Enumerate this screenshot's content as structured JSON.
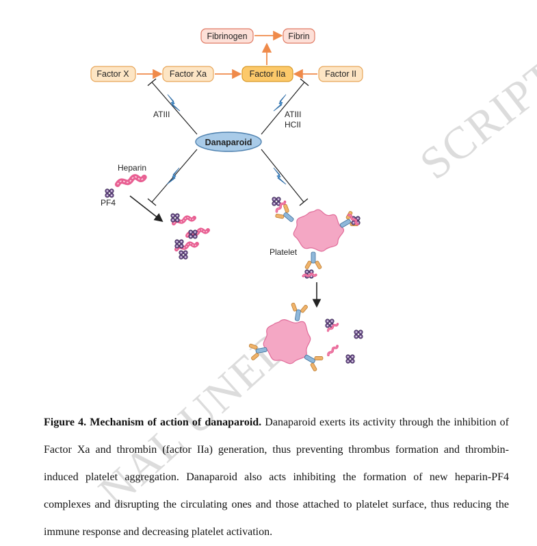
{
  "diagram": {
    "nodes": {
      "fibrinogen": "Fibrinogen",
      "fibrin": "Fibrin",
      "factor_x": "Factor X",
      "factor_xa": "Factor Xa",
      "factor_iia": "Factor IIa",
      "factor_ii": "Factor II",
      "danaparoid": "Danaparoid"
    },
    "labels": {
      "atiii_left": "ATIII",
      "atiii_right": "ATIII",
      "hcii": "HCII",
      "heparin": "Heparin",
      "pf4": "PF4",
      "platelet": "Platelet"
    },
    "colors": {
      "factor_fill": "#fde5c4",
      "factor_stroke": "#e8a65a",
      "factor_iia_fill": "#fcc96a",
      "factor_iia_stroke": "#d99a2a",
      "fibrin_fill": "#fde0d8",
      "fibrin_stroke": "#e07a64",
      "arrow": "#ef8a4a",
      "danaparoid_fill": "#a9cbe8",
      "danaparoid_stroke": "#4c7fad",
      "lightning": "#4f9ad6",
      "heparin": "#e85f92",
      "platelet": "#f4a7c4",
      "antibody_blue": "#8fb8da",
      "antibody_orange": "#f0b36a"
    }
  },
  "watermark": {
    "right": "SCRIPT",
    "lower": "NAL UNED"
  },
  "caption": {
    "title": "Figure 4. Mechanism of action of danaparoid.",
    "text": " Danaparoid exerts its activity through the inhibition of Factor Xa and thrombin (factor IIa) generation, thus preventing thrombus formation and thrombin-induced platelet aggregation. Danaparoid also acts inhibiting the formation of new heparin-PF4 complexes and disrupting the circulating ones and those attached to platelet surface, thus reducing the immune response and decreasing platelet activation."
  }
}
